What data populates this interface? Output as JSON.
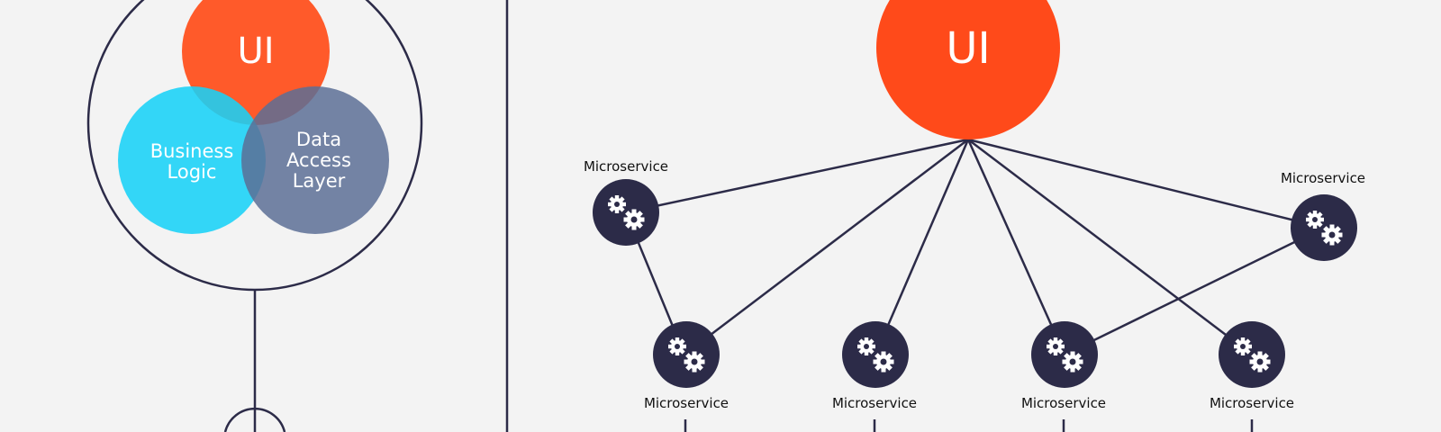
{
  "monolith": {
    "ui_label": "UI",
    "business_line1": "Business",
    "business_line2": "Logic",
    "data_line1": "Data",
    "data_line2": "Access",
    "data_line3": "Layer"
  },
  "microservices": {
    "ui_label": "UI",
    "service_label": "Microservice"
  },
  "colors": {
    "ui_orange_left": "#ff5a2a",
    "ui_orange_right": "#ff4a1a",
    "business_cyan": "#18d2f7",
    "data_slate": "#5c6e95",
    "node_dark": "#2c2b48",
    "line": "#2c2b48",
    "background": "#f3f3f3"
  }
}
